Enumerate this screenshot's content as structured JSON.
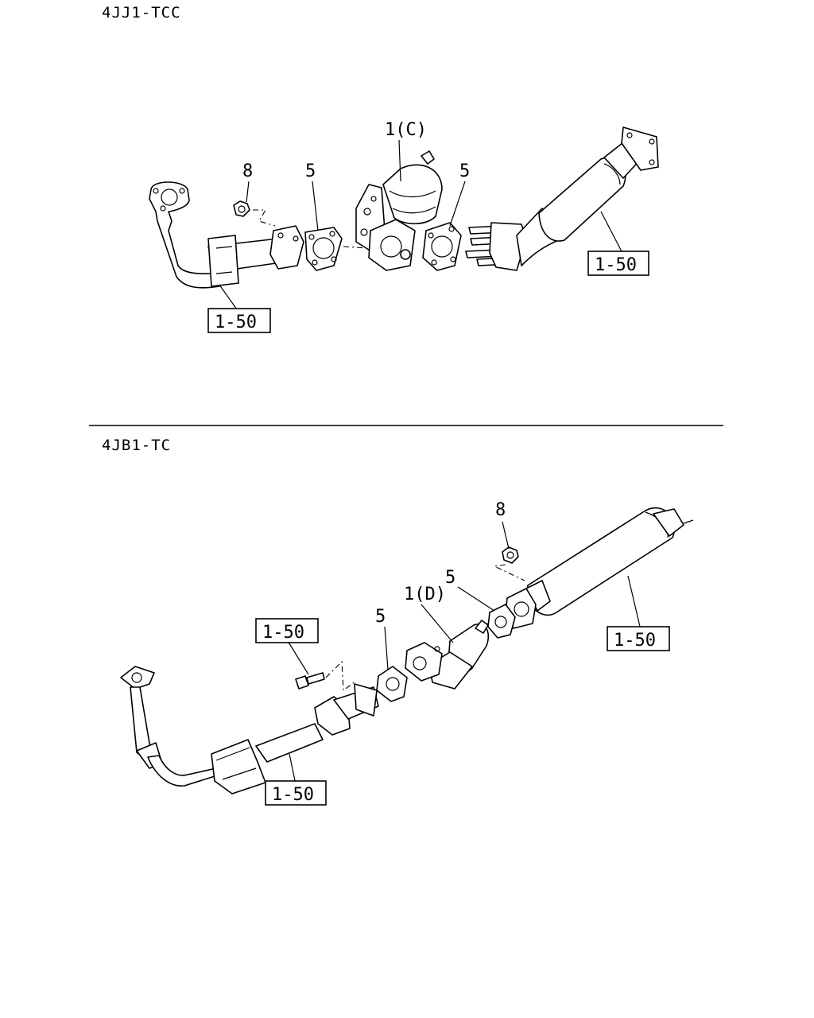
{
  "sections": [
    {
      "heading": "4JJ1-TCC"
    },
    {
      "heading": "4JB1-TC"
    }
  ],
  "callouts": {
    "top_converter": "1(C)",
    "top_nut": "8",
    "top_gasket_left": "5",
    "top_gasket_right": "5",
    "bottom_converter": "1(D)",
    "bottom_nut": "8",
    "bottom_gasket_left": "5",
    "bottom_gasket_right": "5"
  },
  "refs": {
    "top_front_pipe": "1-50",
    "top_rear_pipe": "1-50",
    "bottom_bolt": "1-50",
    "bottom_muffler": "1-50",
    "bottom_front_pipe": "1-50"
  }
}
